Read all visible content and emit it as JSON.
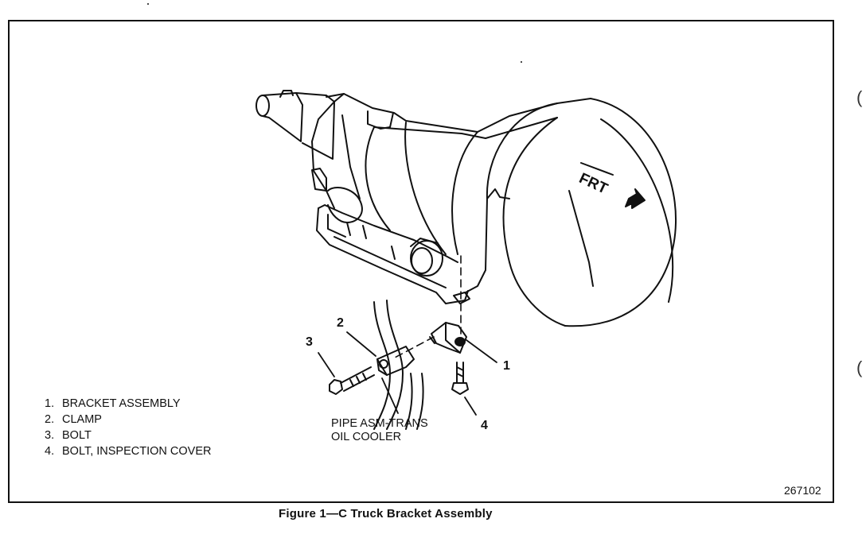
{
  "diagram": {
    "direction_label": "FRT",
    "callouts": [
      "1",
      "2",
      "3",
      "4"
    ],
    "pipe_label": [
      "PIPE ASM-TRANS",
      "OIL COOLER"
    ],
    "figure_number": "267102",
    "caption": "Figure 1—C Truck Bracket Assembly"
  },
  "legend": [
    {
      "num": "1.",
      "text": "BRACKET ASSEMBLY"
    },
    {
      "num": "2.",
      "text": "CLAMP"
    },
    {
      "num": "3.",
      "text": "BOLT"
    },
    {
      "num": "4.",
      "text": "BOLT, INSPECTION COVER"
    }
  ]
}
